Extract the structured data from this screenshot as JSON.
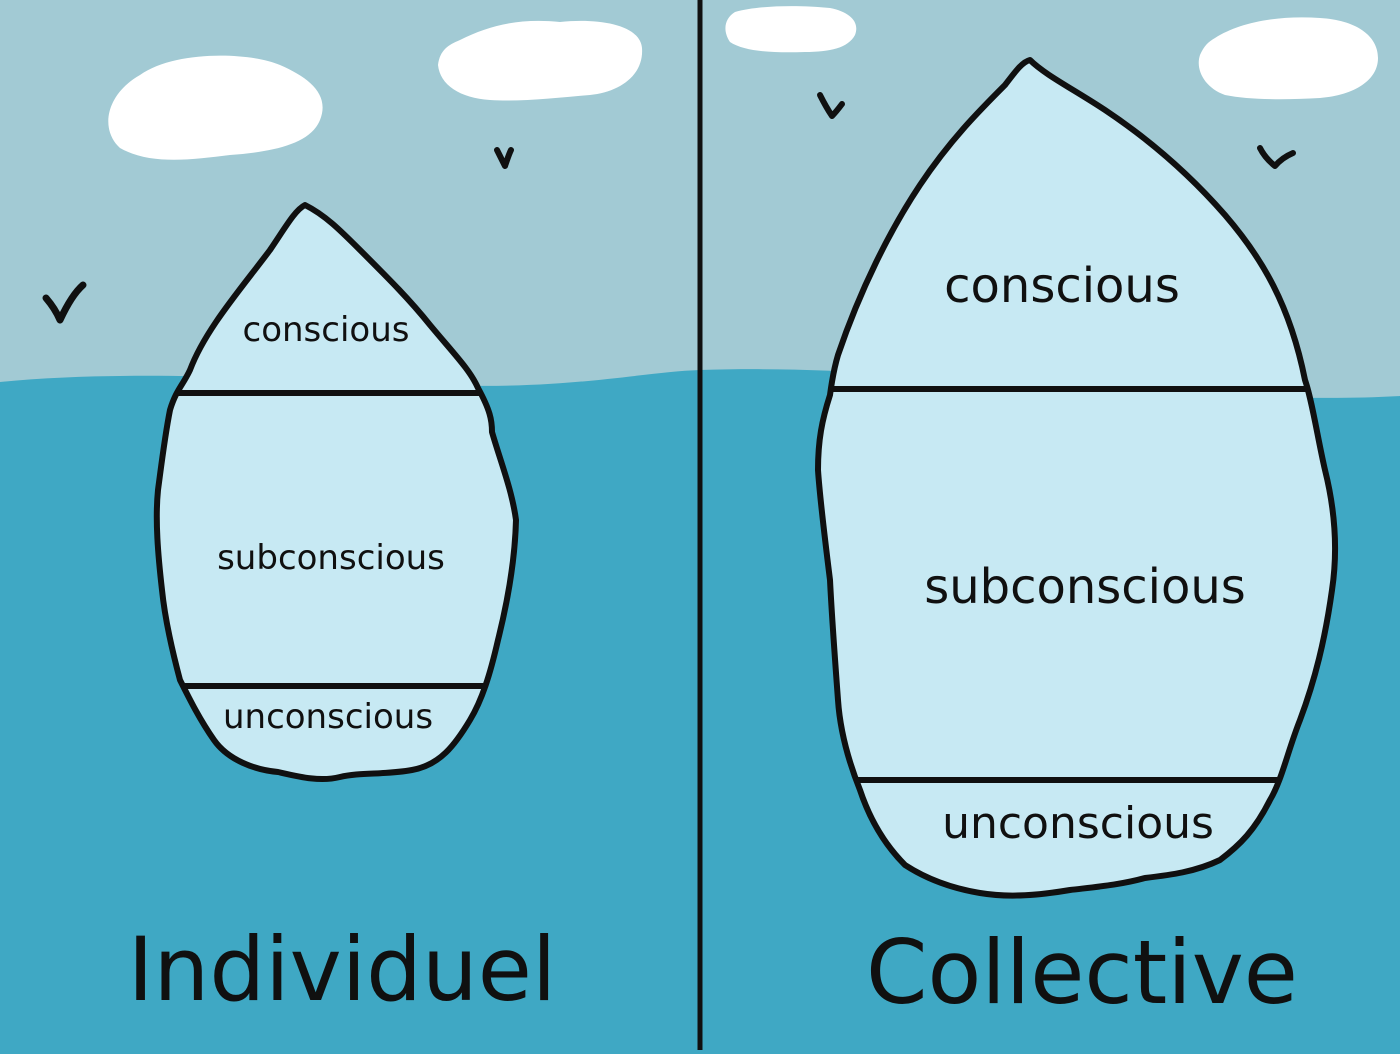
{
  "colors": {
    "sky": "#a2cad4",
    "water": "#3fa8c4",
    "ice": "#c7e9f3",
    "cloud": "#ffffff",
    "ink": "#101010"
  },
  "panels": [
    {
      "title": "Individuel",
      "layers": [
        "conscious",
        "subconscious",
        "unconscious"
      ]
    },
    {
      "title": "Collective",
      "layers": [
        "conscious",
        "subconscious",
        "unconscious"
      ]
    }
  ],
  "decorations": {
    "clouds": 4,
    "birds": 4
  }
}
